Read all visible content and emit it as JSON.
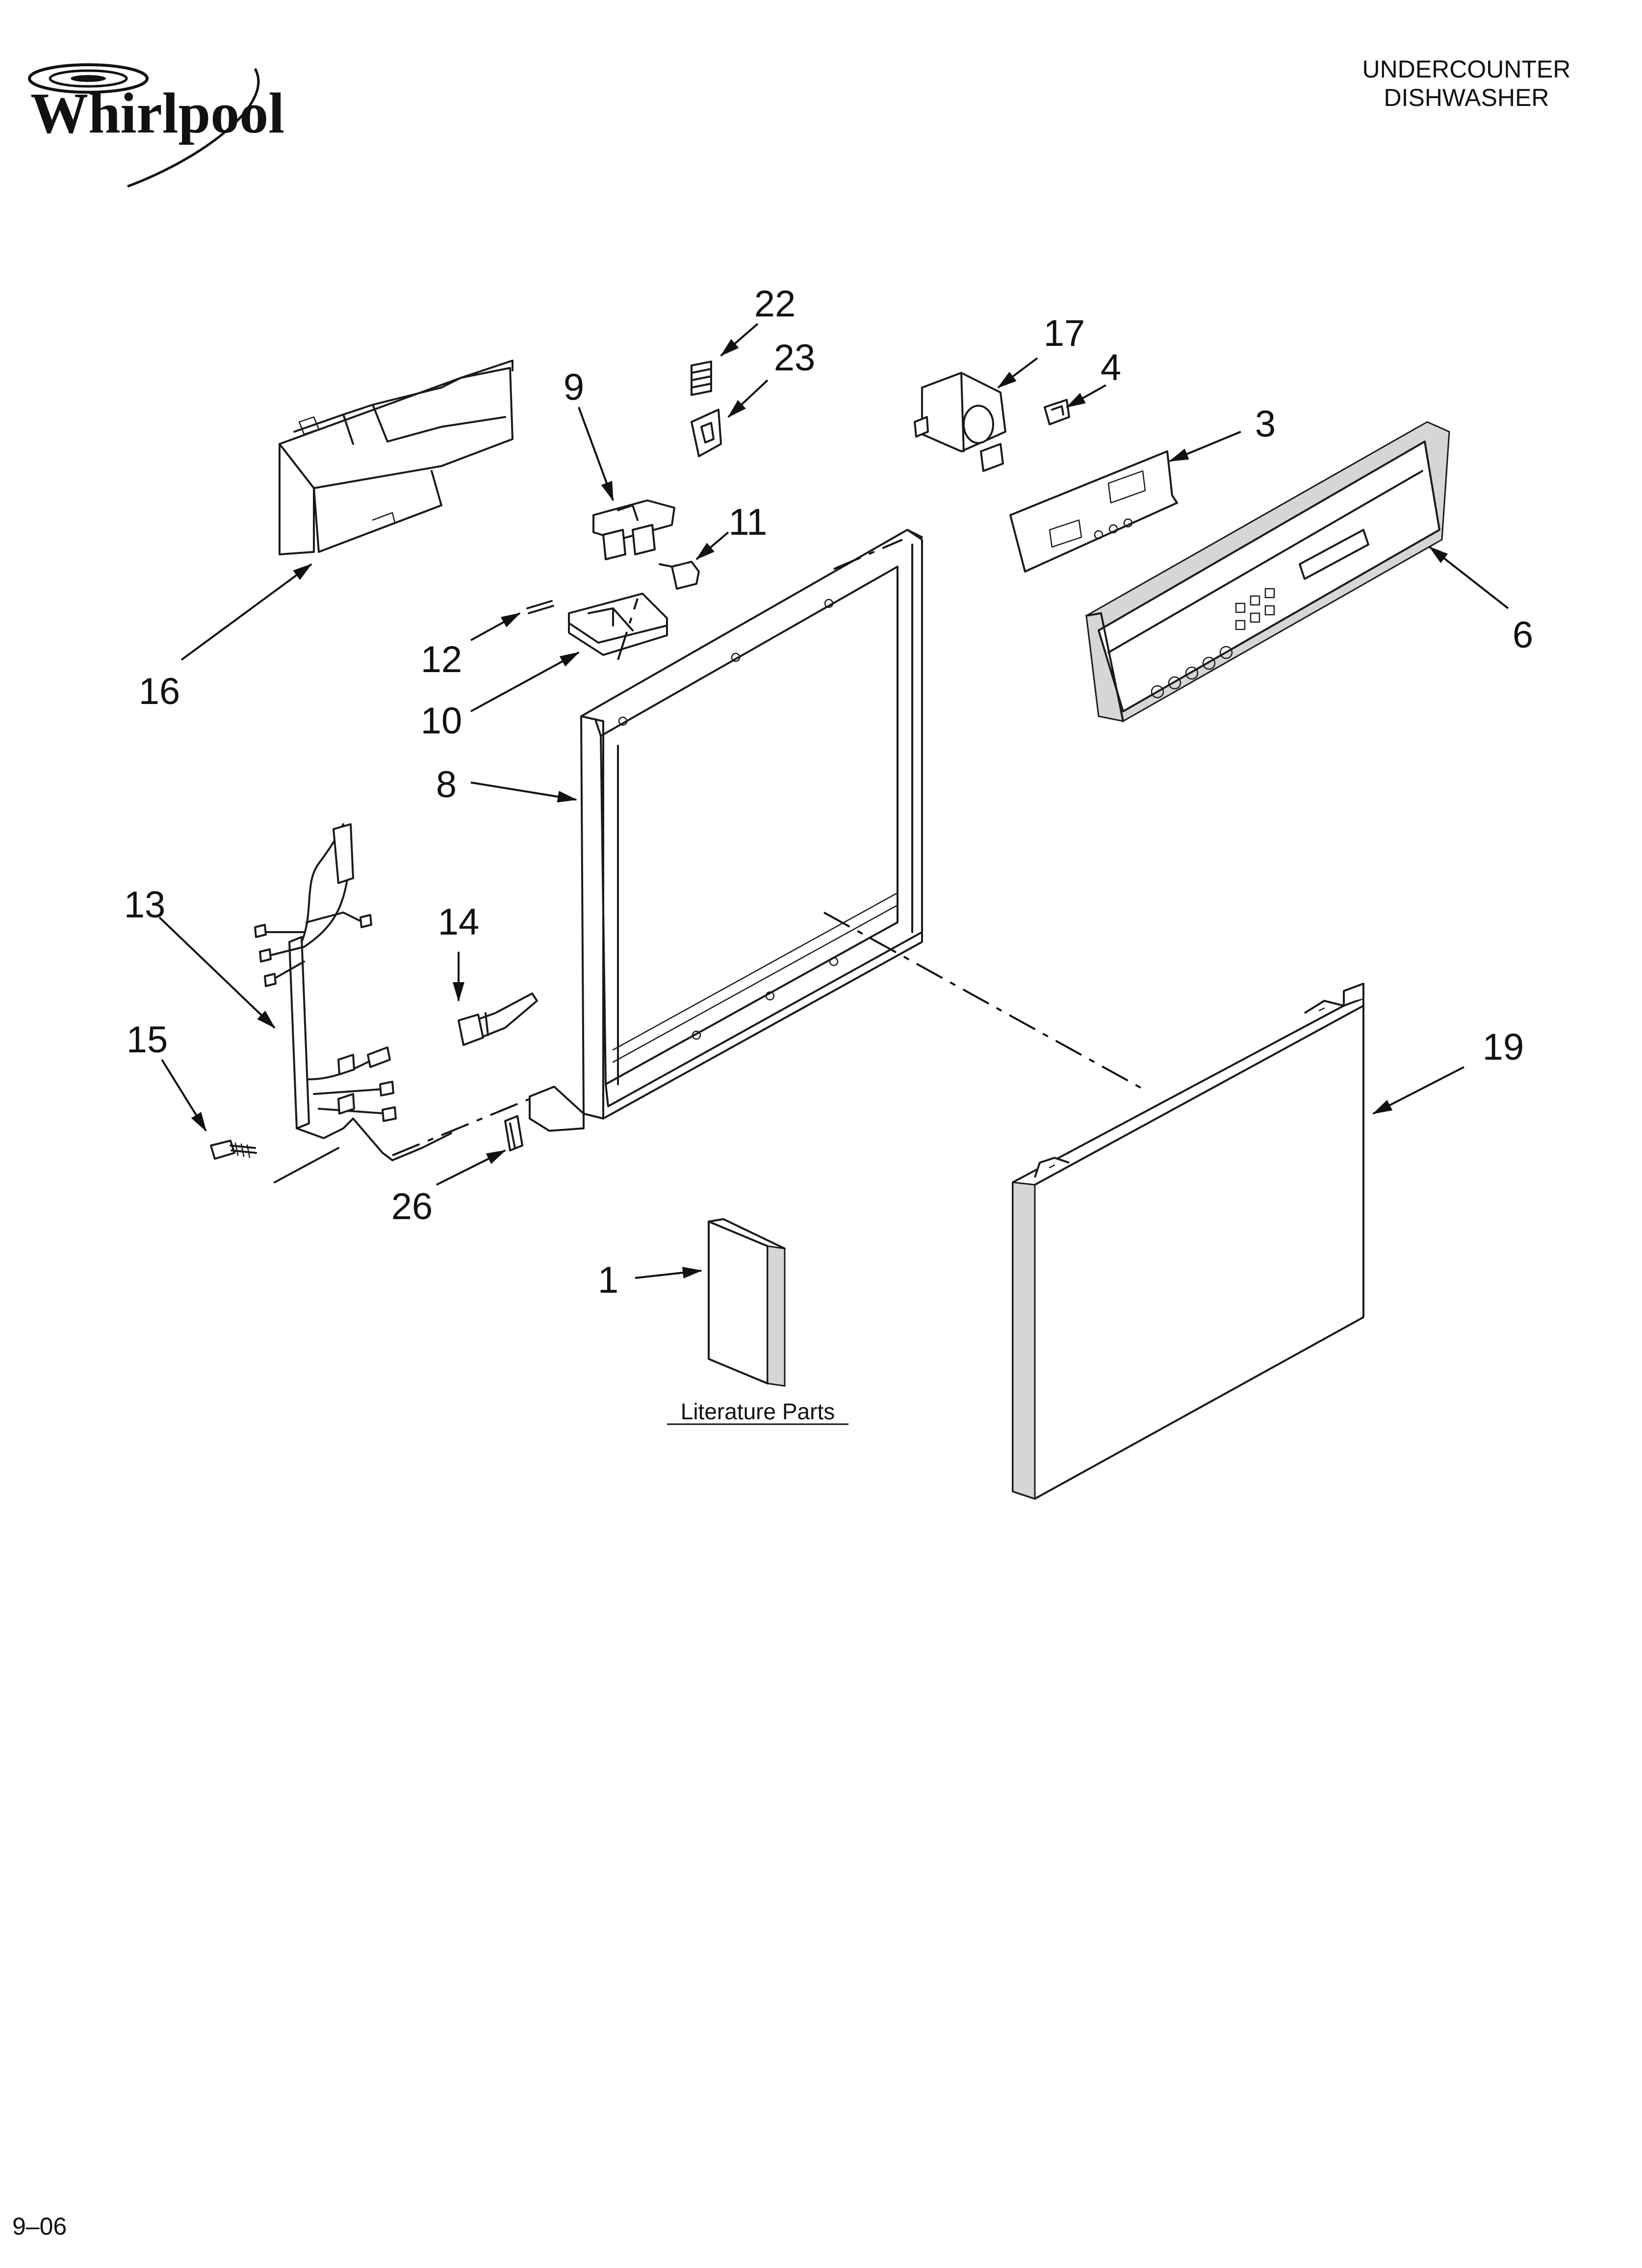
{
  "brand": {
    "logo_text": "Whirlpool"
  },
  "header": {
    "line1": "UNDERCOUNTER",
    "line2": "DISHWASHER"
  },
  "footer": {
    "date_code": "9–06"
  },
  "literature": {
    "label": "Literature Parts"
  },
  "callouts": {
    "c1": "1",
    "c3": "3",
    "c4": "4",
    "c6": "6",
    "c8": "8",
    "c9": "9",
    "c10": "10",
    "c11": "11",
    "c12": "12",
    "c13": "13",
    "c14": "14",
    "c15": "15",
    "c16": "16",
    "c17": "17",
    "c19": "19",
    "c22": "22",
    "c23": "23",
    "c26": "26"
  }
}
